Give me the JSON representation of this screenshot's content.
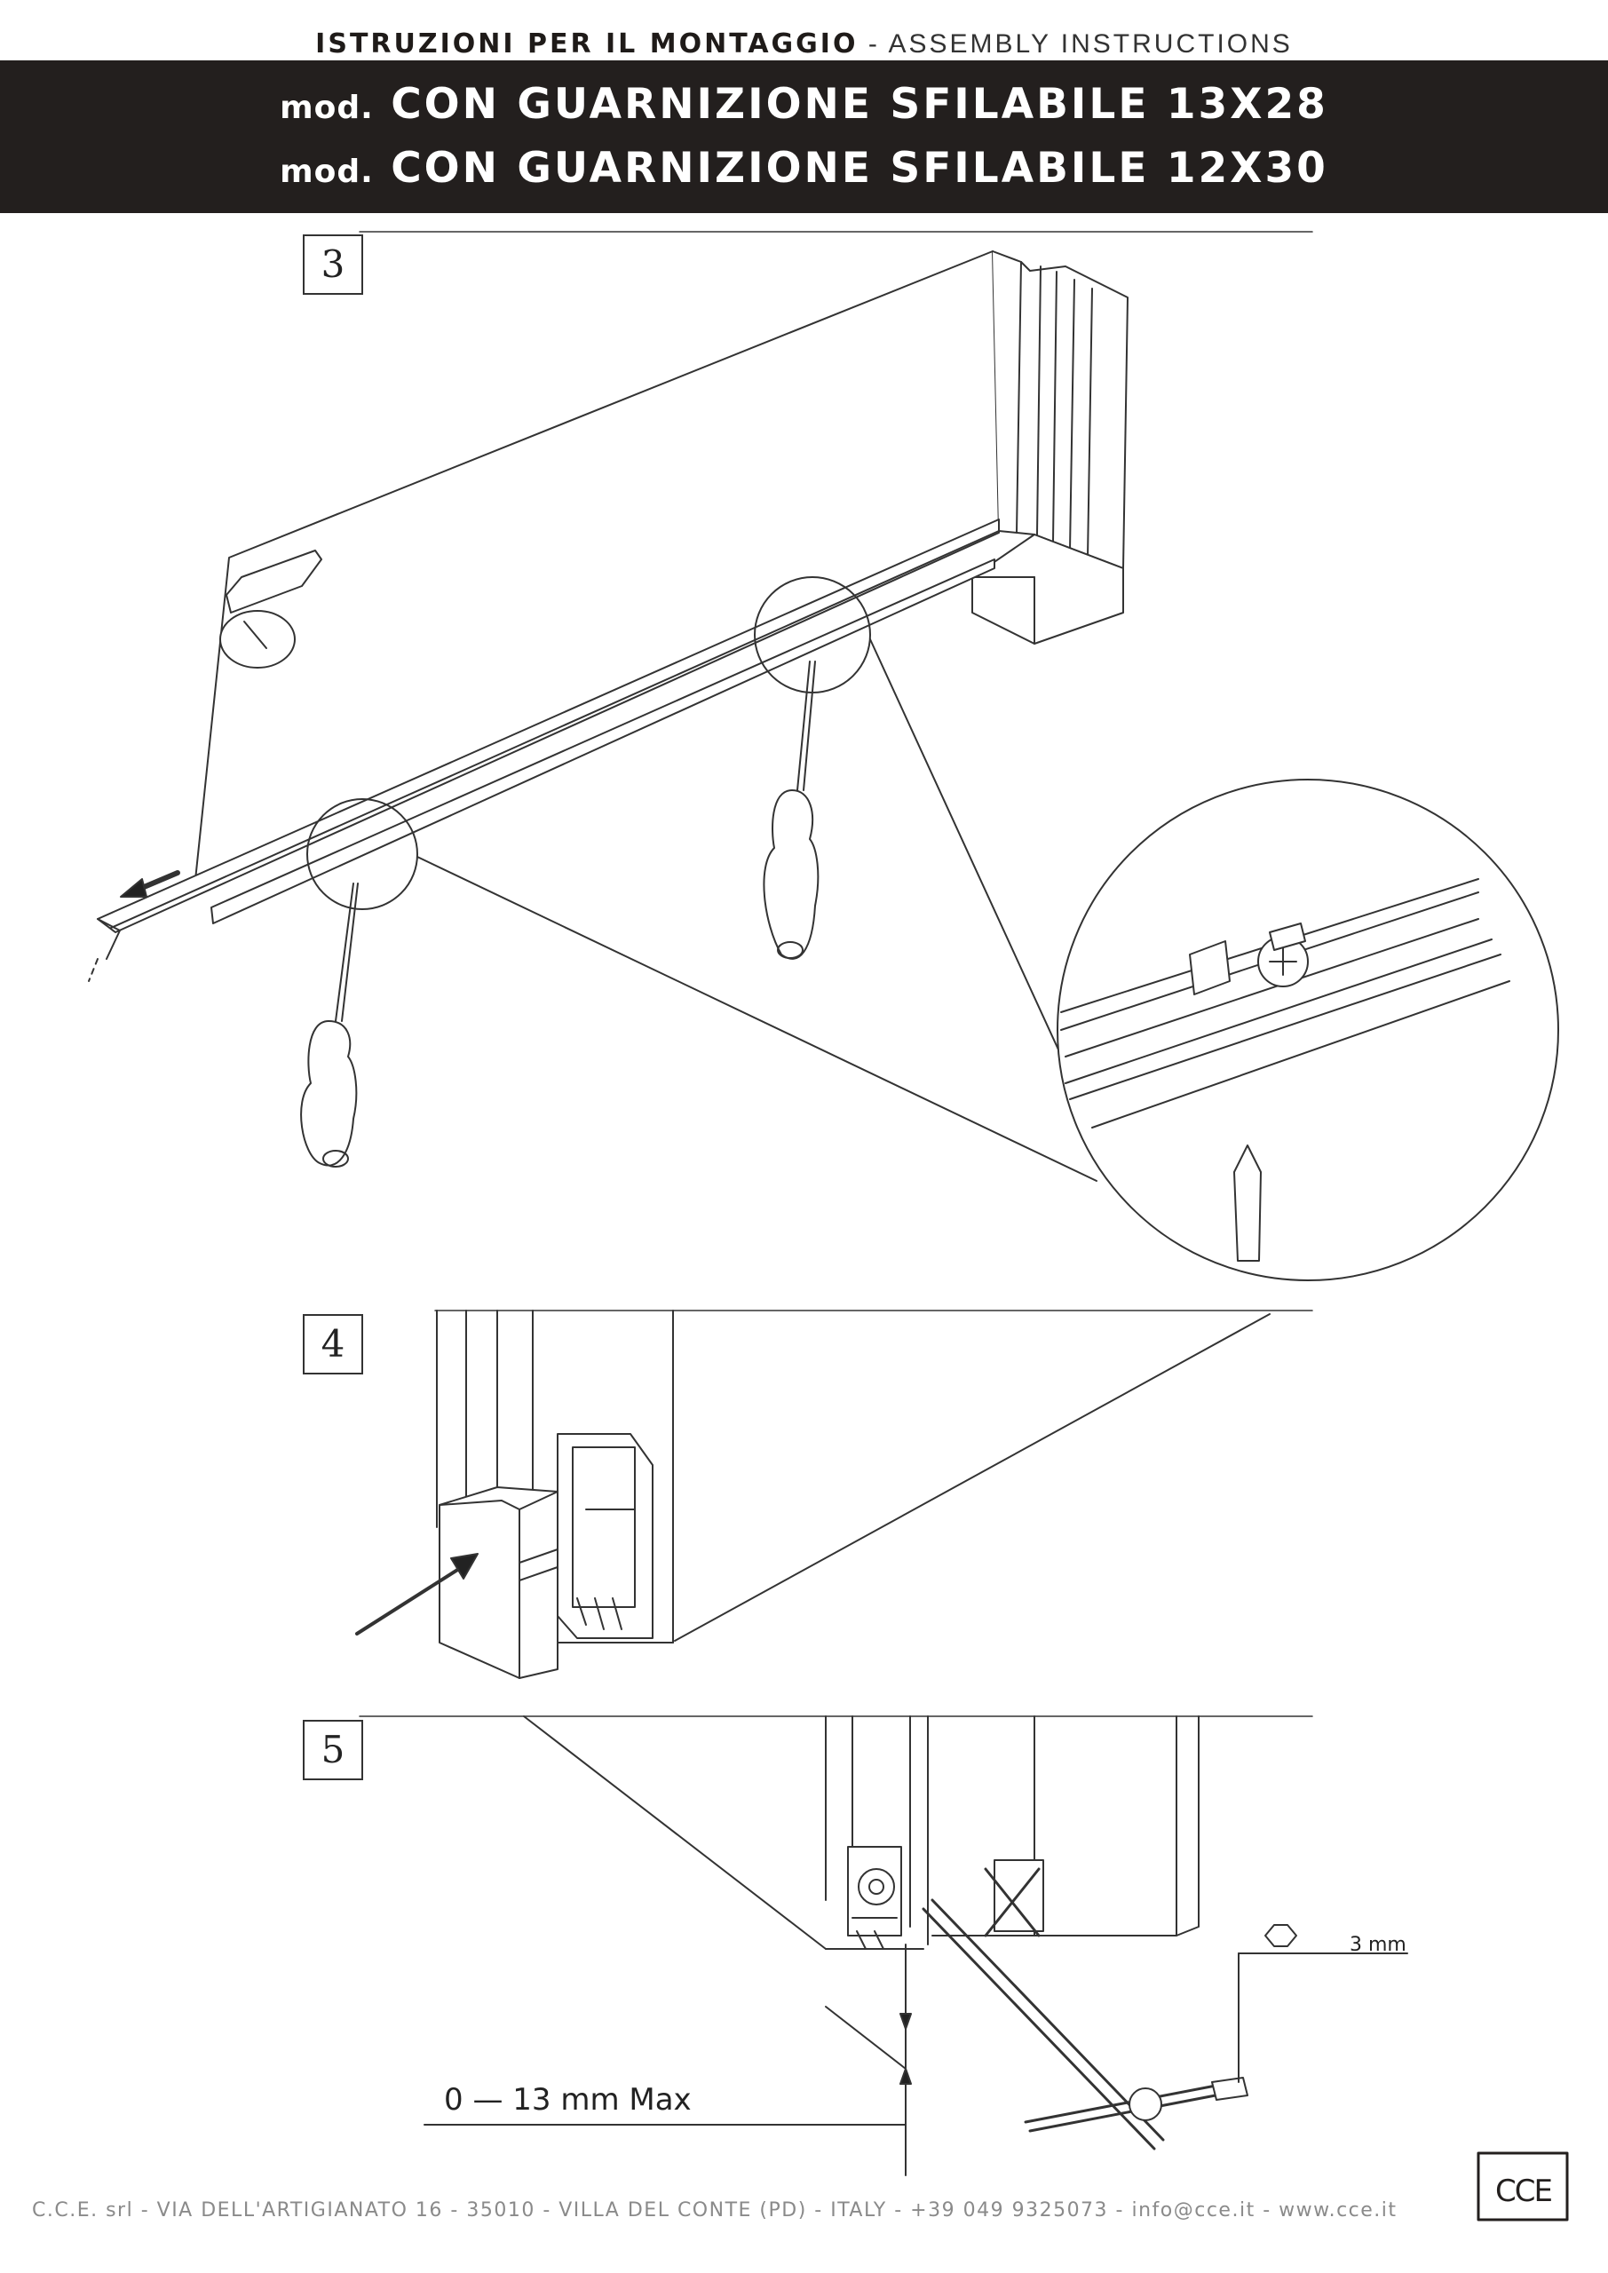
{
  "header": {
    "title_bold": "ISTRUZIONI PER IL MONTAGGIO",
    "title_separator": " - ",
    "title_light": "ASSEMBLY INSTRUCTIONS",
    "model_prefix": "mod.",
    "model_line_1": "CON GUARNIZIONE SFILABILE 13X28",
    "model_line_2": "CON GUARNIZIONE SFILABILE 12X30"
  },
  "steps": [
    {
      "number": "3"
    },
    {
      "number": "4"
    },
    {
      "number": "5"
    }
  ],
  "step5": {
    "gap_label": "0 — 13 mm Max",
    "hex_key_label": "3 mm"
  },
  "footer": {
    "address": "C.C.E. srl - VIA DELL'ARTIGIANATO 16 - 35010 - VILLA DEL CONTE (PD) - ITALY - +39 049 9325073 - info@cce.it - www.cce.it"
  },
  "logo": {
    "text": "CCE"
  },
  "colors": {
    "banner": "#231f1e",
    "banner_text": "#ffffff",
    "line_art": "#333333",
    "footer_text": "#8a8a8a"
  }
}
